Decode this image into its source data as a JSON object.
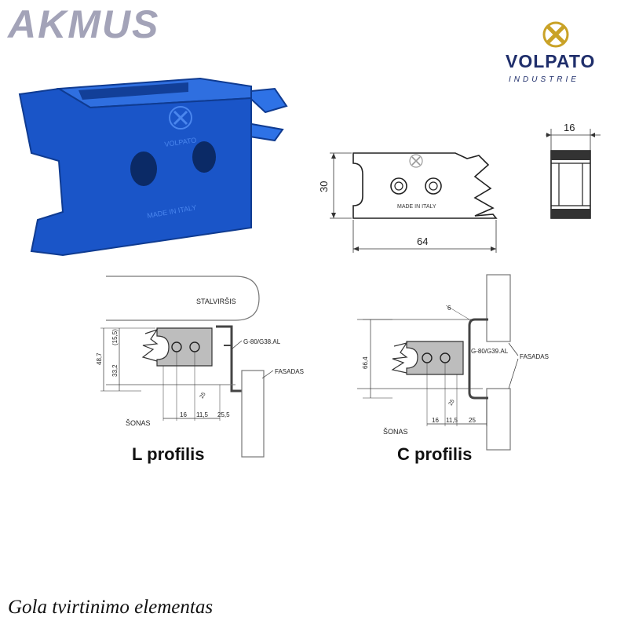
{
  "brand": {
    "name": "AKMUS",
    "color": "#a3a3b8"
  },
  "manufacturer": {
    "name": "VOLPATO",
    "tagline": "INDUSTRIE",
    "color": "#1f2e6b",
    "accent": "#c9a227"
  },
  "product": {
    "color": "#1a55c8",
    "emboss_brand": "VOLPATO",
    "emboss_origin": "MADE IN ITALY"
  },
  "front_view": {
    "width": "64",
    "height": "30",
    "stamp": "MADE IN ITALY"
  },
  "side_view": {
    "width": "16"
  },
  "l_profile": {
    "title": "L profilis",
    "worktop_label": "STALVIRŠIS",
    "profile_code": "G-80/G38.AL",
    "front_label": "FASADAS",
    "side_label": "ŠONAS",
    "dims": {
      "total": "48,7",
      "lower": "33,2",
      "upper": "(15,5)",
      "a": "16",
      "b": "11,5",
      "c": "25,5",
      "angle": "25"
    }
  },
  "c_profile": {
    "title": "C profilis",
    "profile_code": "G-80/G39.AL",
    "front_label": "FASADAS",
    "side_label": "ŠONAS",
    "dims": {
      "total": "66,4",
      "a": "16",
      "b": "11,5",
      "c": "25",
      "angle": "25",
      "top": "6"
    }
  },
  "caption": "Gola tvirtinimo elementas"
}
